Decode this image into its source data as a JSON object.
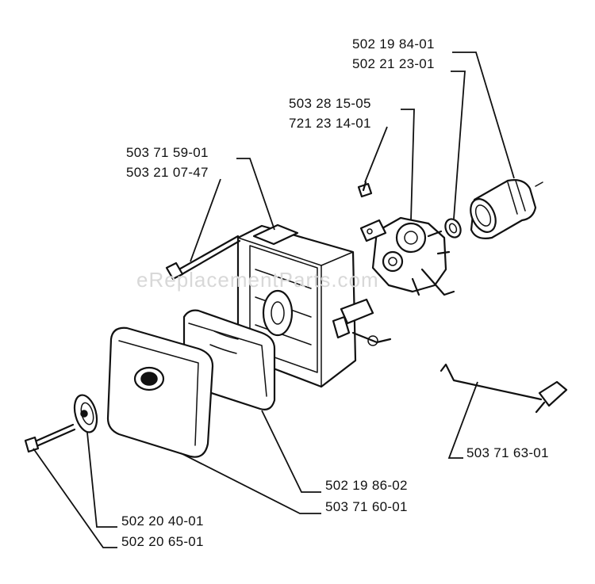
{
  "watermark": "eReplacementParts.com",
  "labels": {
    "carb_fuel_line_1": "502 19 84-01",
    "carb_fuel_line_2": "502 21 23-01",
    "carburetor_1": "503 28 15-05",
    "carburetor_2": "721 23 14-01",
    "filter_holder_1": "503 71 59-01",
    "filter_holder_2": "503 21 07-47",
    "choke_rod": "503 71 63-01",
    "air_filter": "502 19 86-02",
    "filter_cover": "503 71 60-01",
    "knob": "502 20 40-01",
    "screw": "502 20 65-01"
  }
}
